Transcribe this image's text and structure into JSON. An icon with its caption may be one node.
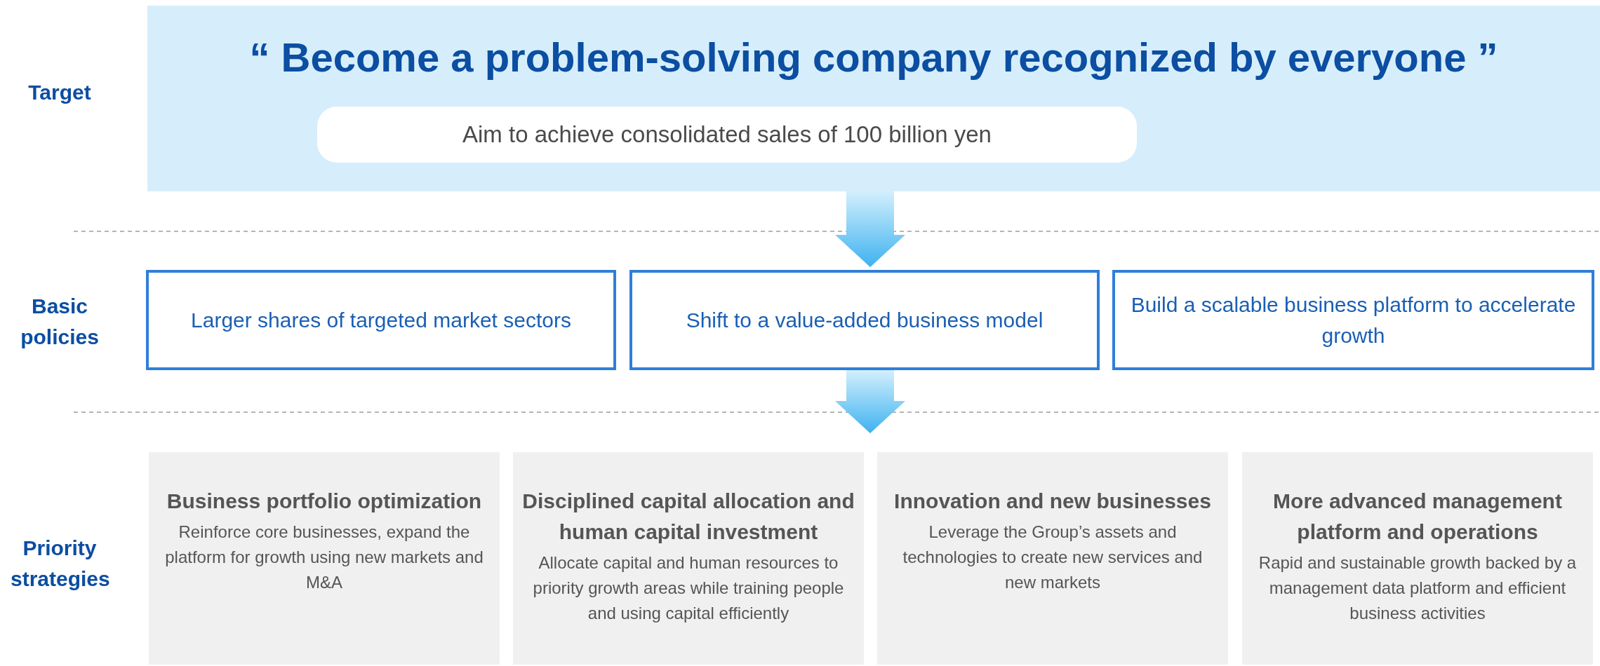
{
  "diagram": {
    "nodes": [
      {
        "text": [
          "“ Become a problem-solving company recognized by everyone ”"
        ]
      },
      {
        "text": [
          "Aim to achieve consolidated sales of 100 billion yen"
        ],
        "in": 0
      },
      {
        "text": [
          "Larger shares of targeted market sectors"
        ]
      },
      {
        "text": [
          "Shift to a value-added business model"
        ]
      },
      {
        "text": [
          "Build a scalable business platform to accelerate growth"
        ]
      },
      {
        "text": [
          "Business portfolio optimization",
          "Reinforce core businesses, expand the platform for growth using new markets and M&A"
        ]
      },
      {
        "text": [
          "Disciplined capital allocation and human capital investment",
          "Allocate capital and human resources to priority growth areas while training people and using capital efficiently"
        ]
      },
      {
        "text": [
          "Innovation and new businesses",
          "Leverage the Group’s assets and technologies to create new services and new markets"
        ]
      },
      {
        "text": [
          "More advanced management platform and operations",
          "Rapid and sustainable growth backed by a management data platform and efficient business activities"
        ]
      }
    ],
    "edges": [
      {
        "from": 0,
        "to": 3,
        "arrow": "to"
      },
      {
        "from": 3,
        "to": null,
        "arrow": "to"
      }
    ],
    "labels": [
      "Target",
      "Basic policies",
      "Priority strategies"
    ]
  }
}
